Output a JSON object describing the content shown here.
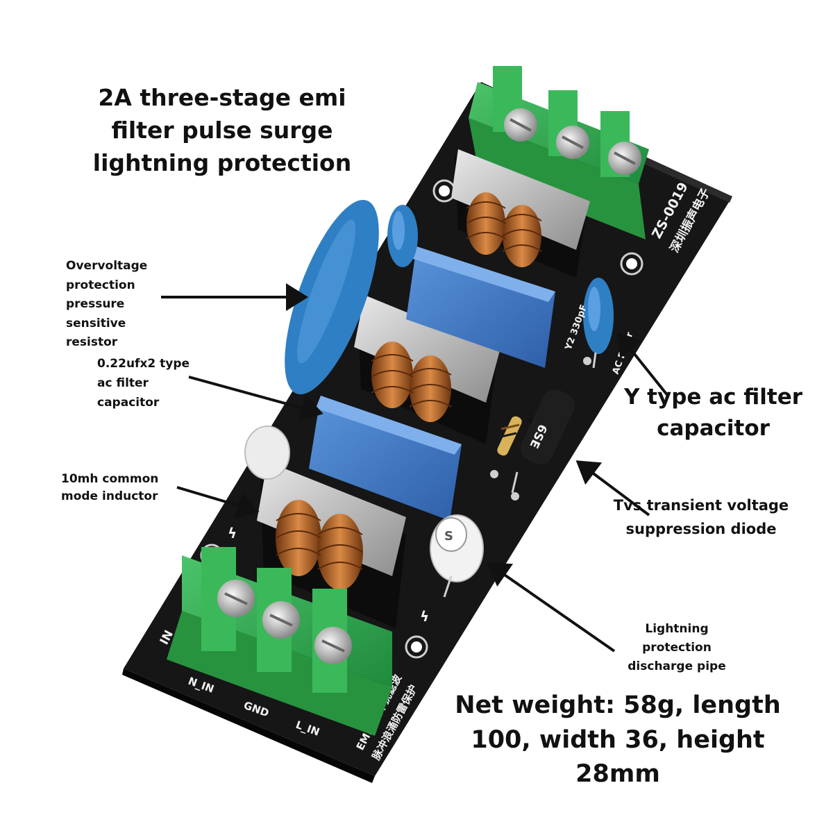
{
  "title_text": "2A three-stage emi filter pulse surge lightning protection",
  "callouts": {
    "varistor": "Overvoltage protection pressure sensitive resistor",
    "x_capacitor": "0.22ufx2 type ac filter capacitor",
    "inductor": "10mh common mode inductor",
    "y_capacitor": "Y type ac filter capacitor",
    "tvs": "Tvs transient voltage suppression diode",
    "discharge": "Lightning protection discharge pipe"
  },
  "specs": "Net weight: 58g, length 100, width 36, height 28mm",
  "board": {
    "model": "ZS-0019",
    "vendor_cn": "深圳振声电子",
    "bottom_cn_1": "EMI电磁干扰滤波",
    "bottom_cn_2": "脉冲浪涌防雷保护",
    "pin_n": "N_IN",
    "pin_gnd": "GND",
    "pin_l": "L_IN",
    "in_label": "IN",
    "cap_label": "Y2 330pF",
    "filter_label": "AC Filter",
    "diode_label": "6SE"
  },
  "colors": {
    "pcb": "#161616",
    "terminal": "#2fa84f",
    "capacitor": "#3a73c4",
    "varistor": "#2f7fc4",
    "copper": "#b8672a"
  }
}
